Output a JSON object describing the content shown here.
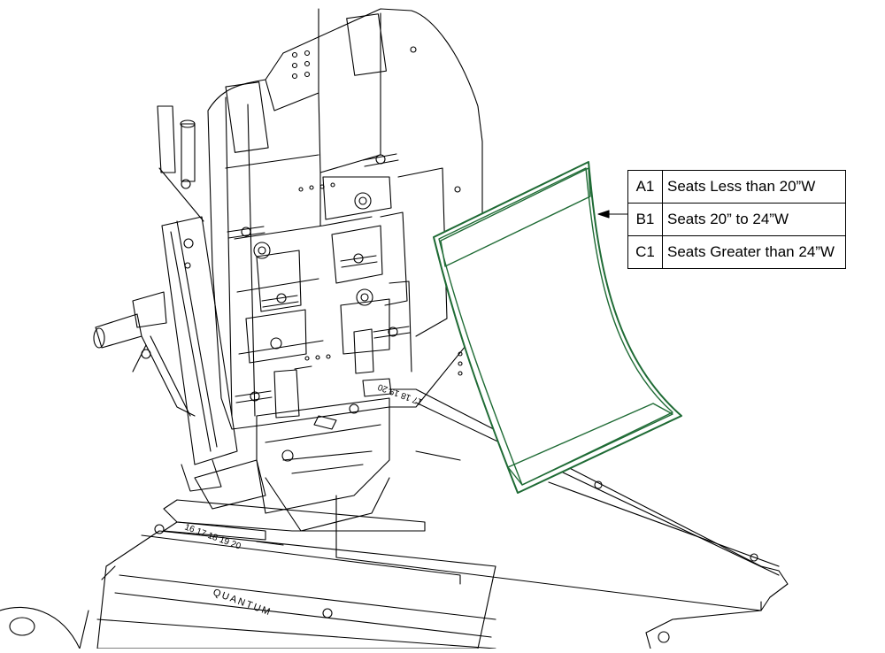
{
  "table": {
    "rows": [
      {
        "code": "A1",
        "description": "Seats Less than 20”W"
      },
      {
        "code": "B1",
        "description": "Seats 20” to 24”W"
      },
      {
        "code": "C1",
        "description": "Seats Greater than 24”W"
      }
    ]
  },
  "scale_marks": {
    "tray_scale": "16 17 18 19 20",
    "rail_scale": "17 18 19 20",
    "brand_engraving": "QUANTUM"
  },
  "colors": {
    "label_outline": "#1f6b35",
    "line_art": "#000000",
    "background": "#ffffff"
  }
}
